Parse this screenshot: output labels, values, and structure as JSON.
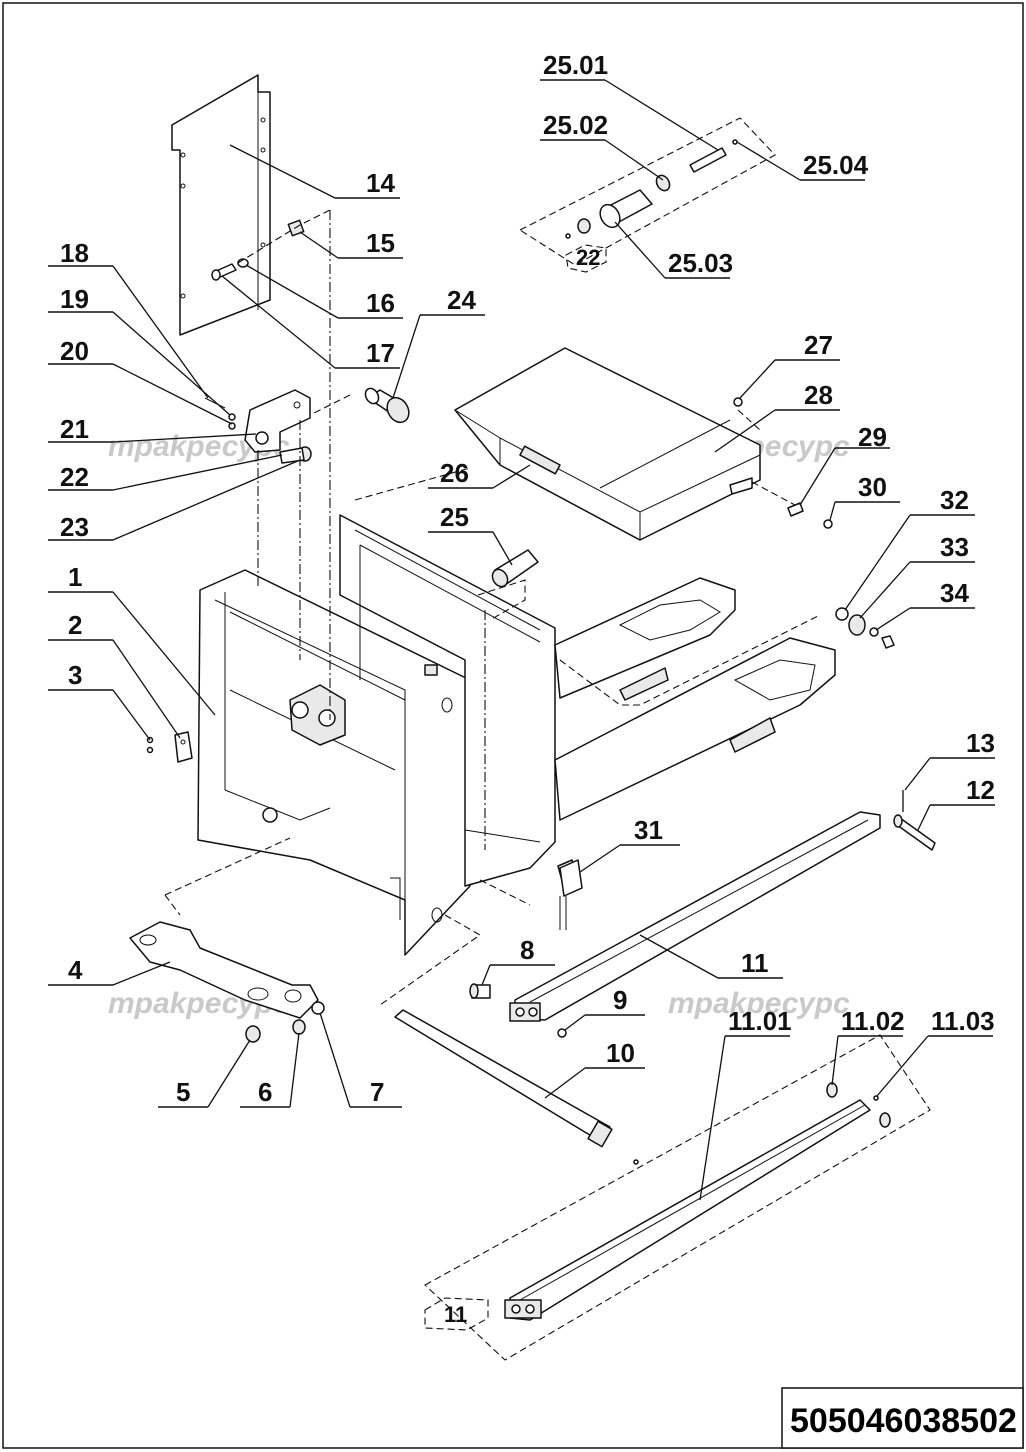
{
  "labels": [
    {
      "id": "1",
      "text": "1"
    },
    {
      "id": "2",
      "text": "2"
    },
    {
      "id": "3",
      "text": "3"
    },
    {
      "id": "4",
      "text": "4"
    },
    {
      "id": "5",
      "text": "5"
    },
    {
      "id": "6",
      "text": "6"
    },
    {
      "id": "7",
      "text": "7"
    },
    {
      "id": "8",
      "text": "8"
    },
    {
      "id": "9",
      "text": "9"
    },
    {
      "id": "10",
      "text": "10"
    },
    {
      "id": "11",
      "text": "11"
    },
    {
      "id": "11b",
      "text": "11"
    },
    {
      "id": "11.01",
      "text": "11.01"
    },
    {
      "id": "11.02",
      "text": "11.02"
    },
    {
      "id": "11.03",
      "text": "11.03"
    },
    {
      "id": "12",
      "text": "12"
    },
    {
      "id": "13",
      "text": "13"
    },
    {
      "id": "14",
      "text": "14"
    },
    {
      "id": "15",
      "text": "15"
    },
    {
      "id": "16",
      "text": "16"
    },
    {
      "id": "17",
      "text": "17"
    },
    {
      "id": "18",
      "text": "18"
    },
    {
      "id": "19",
      "text": "19"
    },
    {
      "id": "20",
      "text": "20"
    },
    {
      "id": "21",
      "text": "21"
    },
    {
      "id": "22",
      "text": "22"
    },
    {
      "id": "22b",
      "text": "22"
    },
    {
      "id": "23",
      "text": "23"
    },
    {
      "id": "24",
      "text": "24"
    },
    {
      "id": "25",
      "text": "25"
    },
    {
      "id": "25.01",
      "text": "25.01"
    },
    {
      "id": "25.02",
      "text": "25.02"
    },
    {
      "id": "25.03",
      "text": "25.03"
    },
    {
      "id": "25.04",
      "text": "25.04"
    },
    {
      "id": "26",
      "text": "26"
    },
    {
      "id": "27",
      "text": "27"
    },
    {
      "id": "28",
      "text": "28"
    },
    {
      "id": "29",
      "text": "29"
    },
    {
      "id": "30",
      "text": "30"
    },
    {
      "id": "31",
      "text": "31"
    },
    {
      "id": "32",
      "text": "32"
    },
    {
      "id": "33",
      "text": "33"
    },
    {
      "id": "34",
      "text": "34"
    }
  ],
  "watermark": "трakресурс",
  "document_number": "505046038502"
}
